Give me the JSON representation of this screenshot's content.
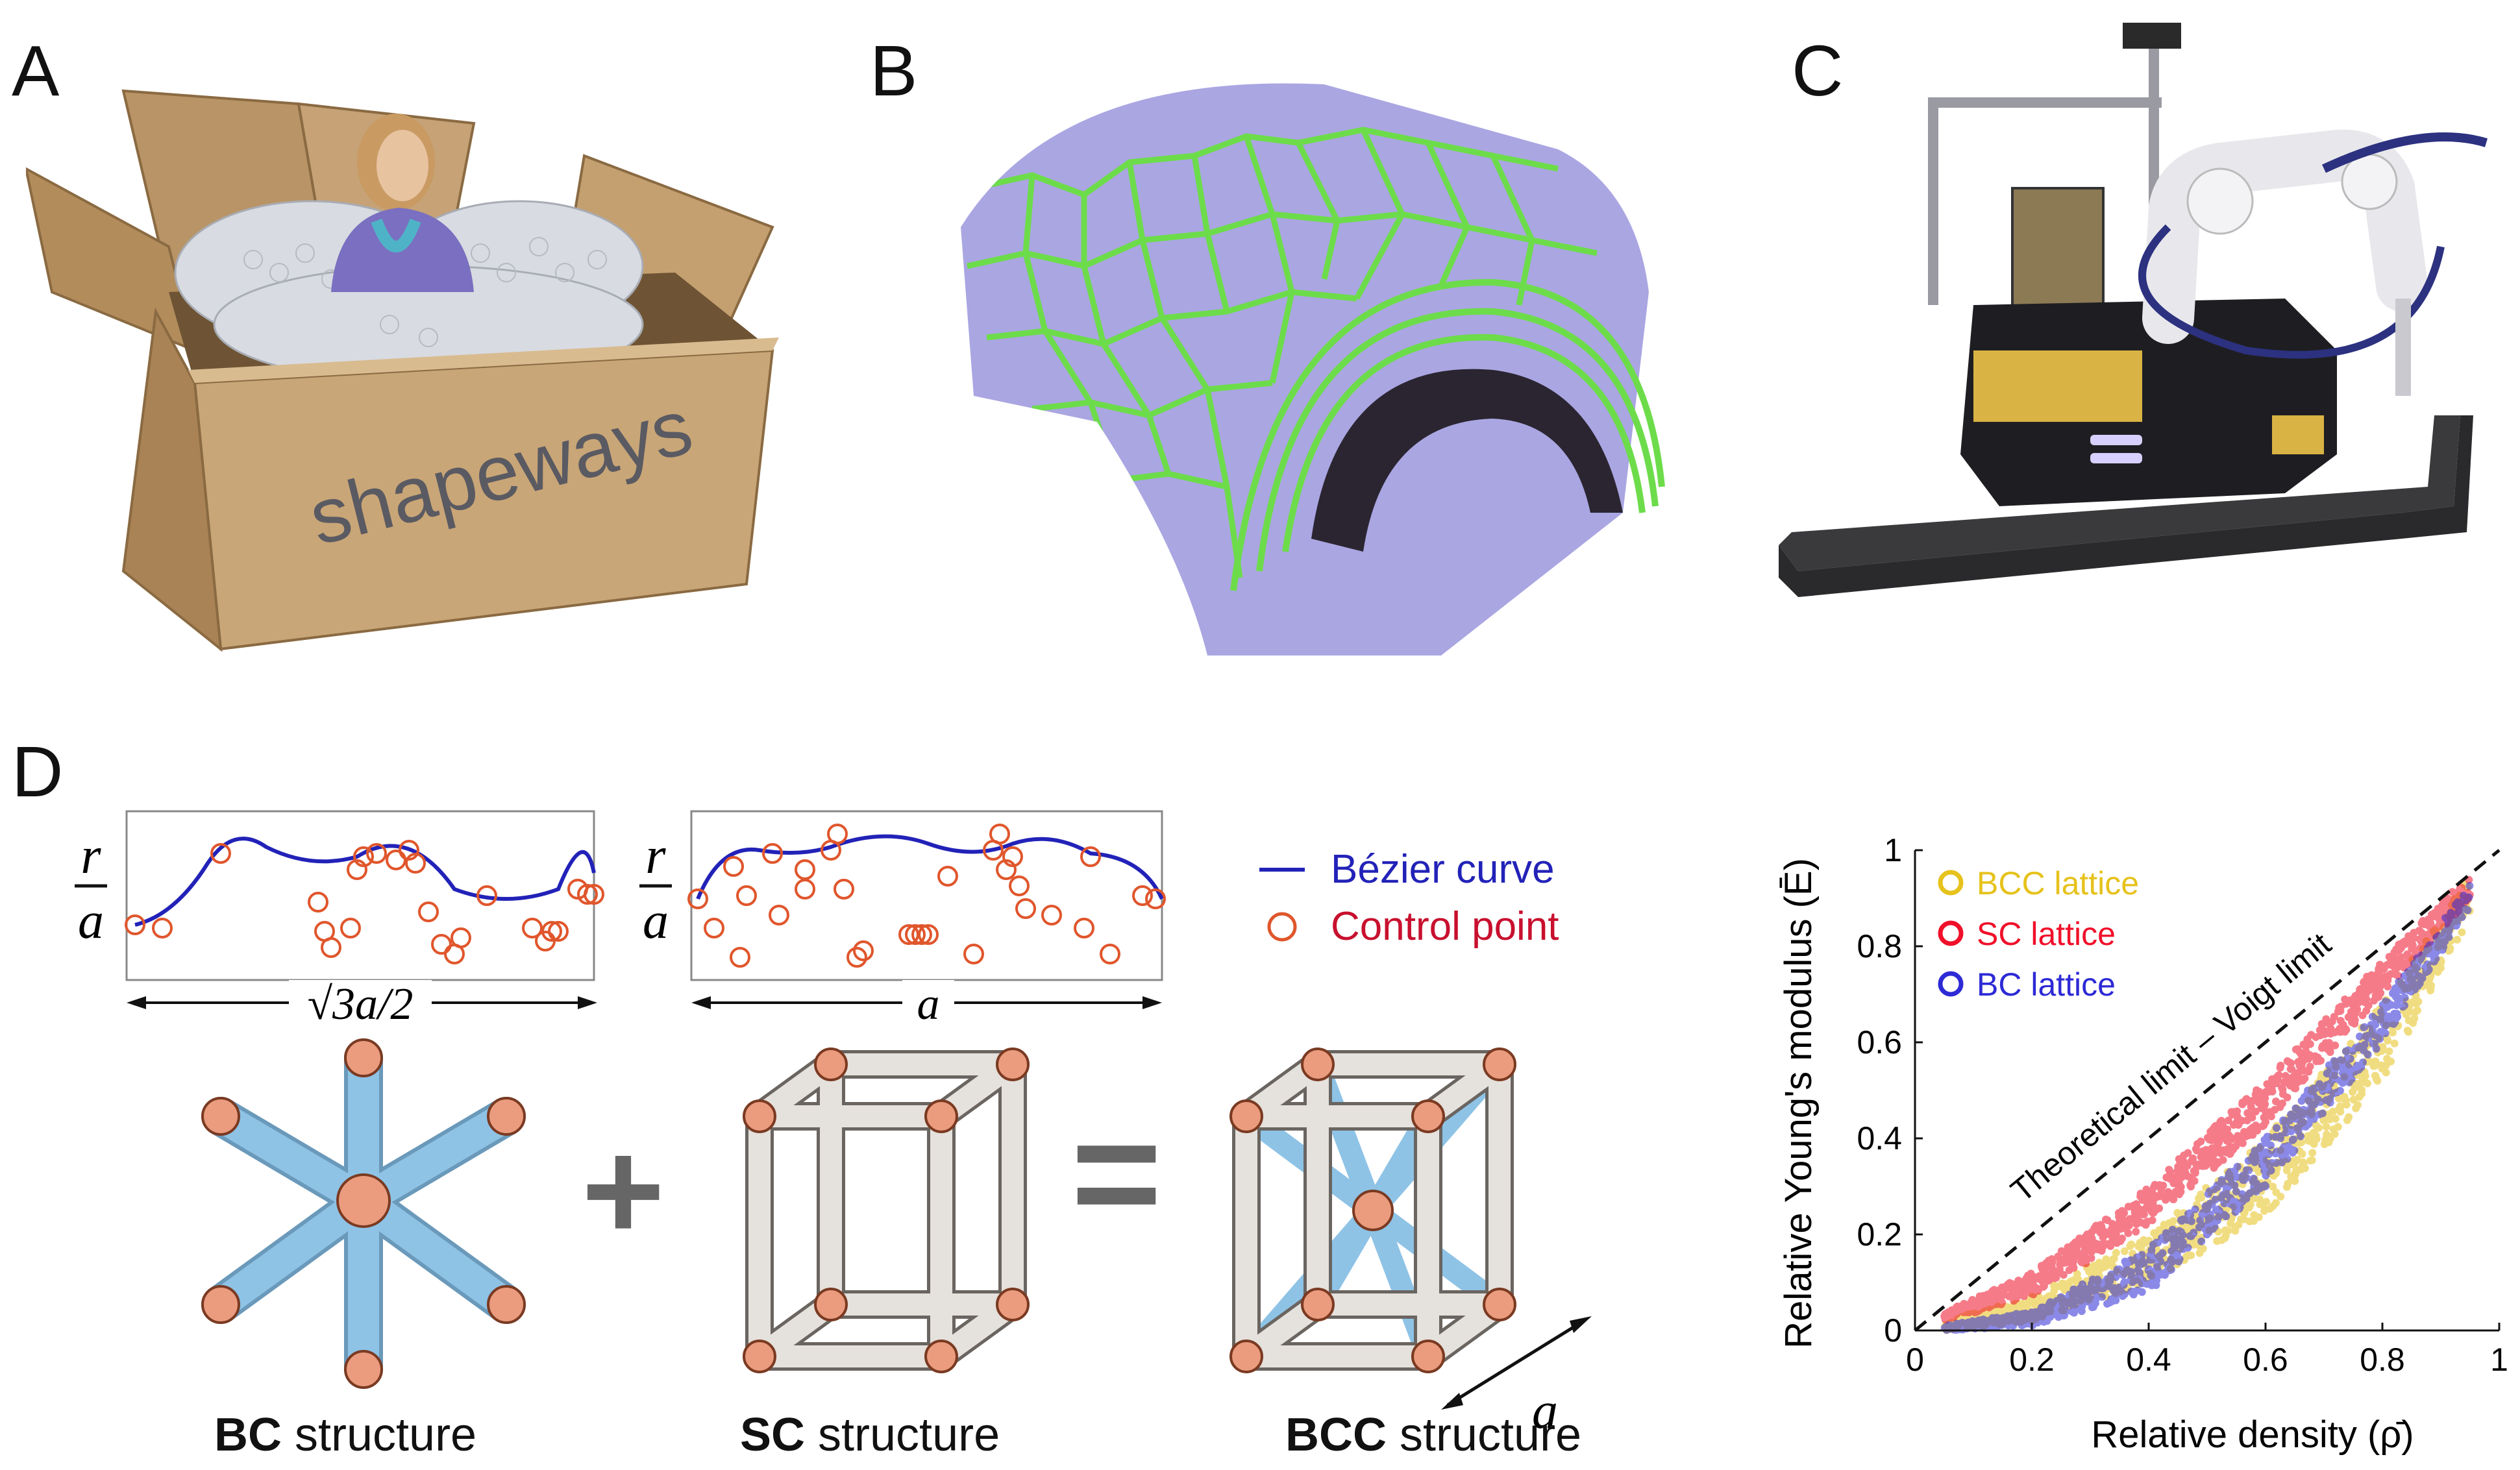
{
  "panels": {
    "a": {
      "label": "A",
      "box_brand": "shapeways"
    },
    "b": {
      "label": "B"
    },
    "c": {
      "label": "C"
    },
    "d": {
      "label": "D"
    }
  },
  "profiles": {
    "ratio_top": "r",
    "ratio_bottom": "a",
    "left_span_label": "√3a/2",
    "right_span_label": "a",
    "legend_curve": "Bézier curve",
    "legend_point": "Control point",
    "curve_color": "#2222b8",
    "point_color": "#e0562c"
  },
  "structures": {
    "bc": {
      "bold": "BC",
      "rest": " structure"
    },
    "sc": {
      "bold": "SC",
      "rest": " structure"
    },
    "bcc": {
      "bold": "BCC",
      "rest": " structure"
    },
    "plus": "+",
    "equals": "=",
    "dim_label": "a",
    "strut_blue": "#8ec3e6",
    "strut_grey": "#e5e1dc",
    "node_color": "#eb9c7e"
  },
  "chart_data": {
    "type": "scatter",
    "xlabel": "Relative density (ρ̄)",
    "ylabel": "Relative Young's modulus (Ē)",
    "xlim": [
      0,
      1
    ],
    "ylim": [
      0,
      1
    ],
    "xticks": [
      "0",
      "0.2",
      "0.4",
      "0.6",
      "0.8",
      "1"
    ],
    "yticks": [
      "0",
      "0.2",
      "0.4",
      "0.6",
      "0.8",
      "1"
    ],
    "annotation": "Theoretical limit – Voigt limit",
    "legend_position": "top-left",
    "series": [
      {
        "name": "BCC lattice",
        "color": "#e6c21c",
        "x": [
          0.05,
          0.2,
          0.4,
          0.6,
          0.8,
          0.95
        ],
        "y_low": [
          0.0,
          0.02,
          0.1,
          0.24,
          0.52,
          0.86
        ],
        "y_high": [
          0.02,
          0.07,
          0.2,
          0.4,
          0.68,
          0.95
        ]
      },
      {
        "name": "SC lattice",
        "color": "#f0102a",
        "x": [
          0.05,
          0.2,
          0.4,
          0.6,
          0.8,
          0.95
        ],
        "y_low": [
          0.02,
          0.07,
          0.22,
          0.43,
          0.7,
          0.9
        ],
        "y_high": [
          0.04,
          0.12,
          0.3,
          0.52,
          0.77,
          0.95
        ]
      },
      {
        "name": "BC lattice",
        "color": "#2d2ad6",
        "x": [
          0.05,
          0.2,
          0.4,
          0.6,
          0.8,
          0.95
        ],
        "y_low": [
          0.0,
          0.01,
          0.08,
          0.3,
          0.6,
          0.88
        ],
        "y_high": [
          0.01,
          0.04,
          0.17,
          0.4,
          0.68,
          0.93
        ]
      }
    ],
    "reference_line": {
      "name": "Voigt limit",
      "x": [
        0,
        1
      ],
      "y": [
        0,
        1
      ],
      "style": "dashed"
    }
  }
}
